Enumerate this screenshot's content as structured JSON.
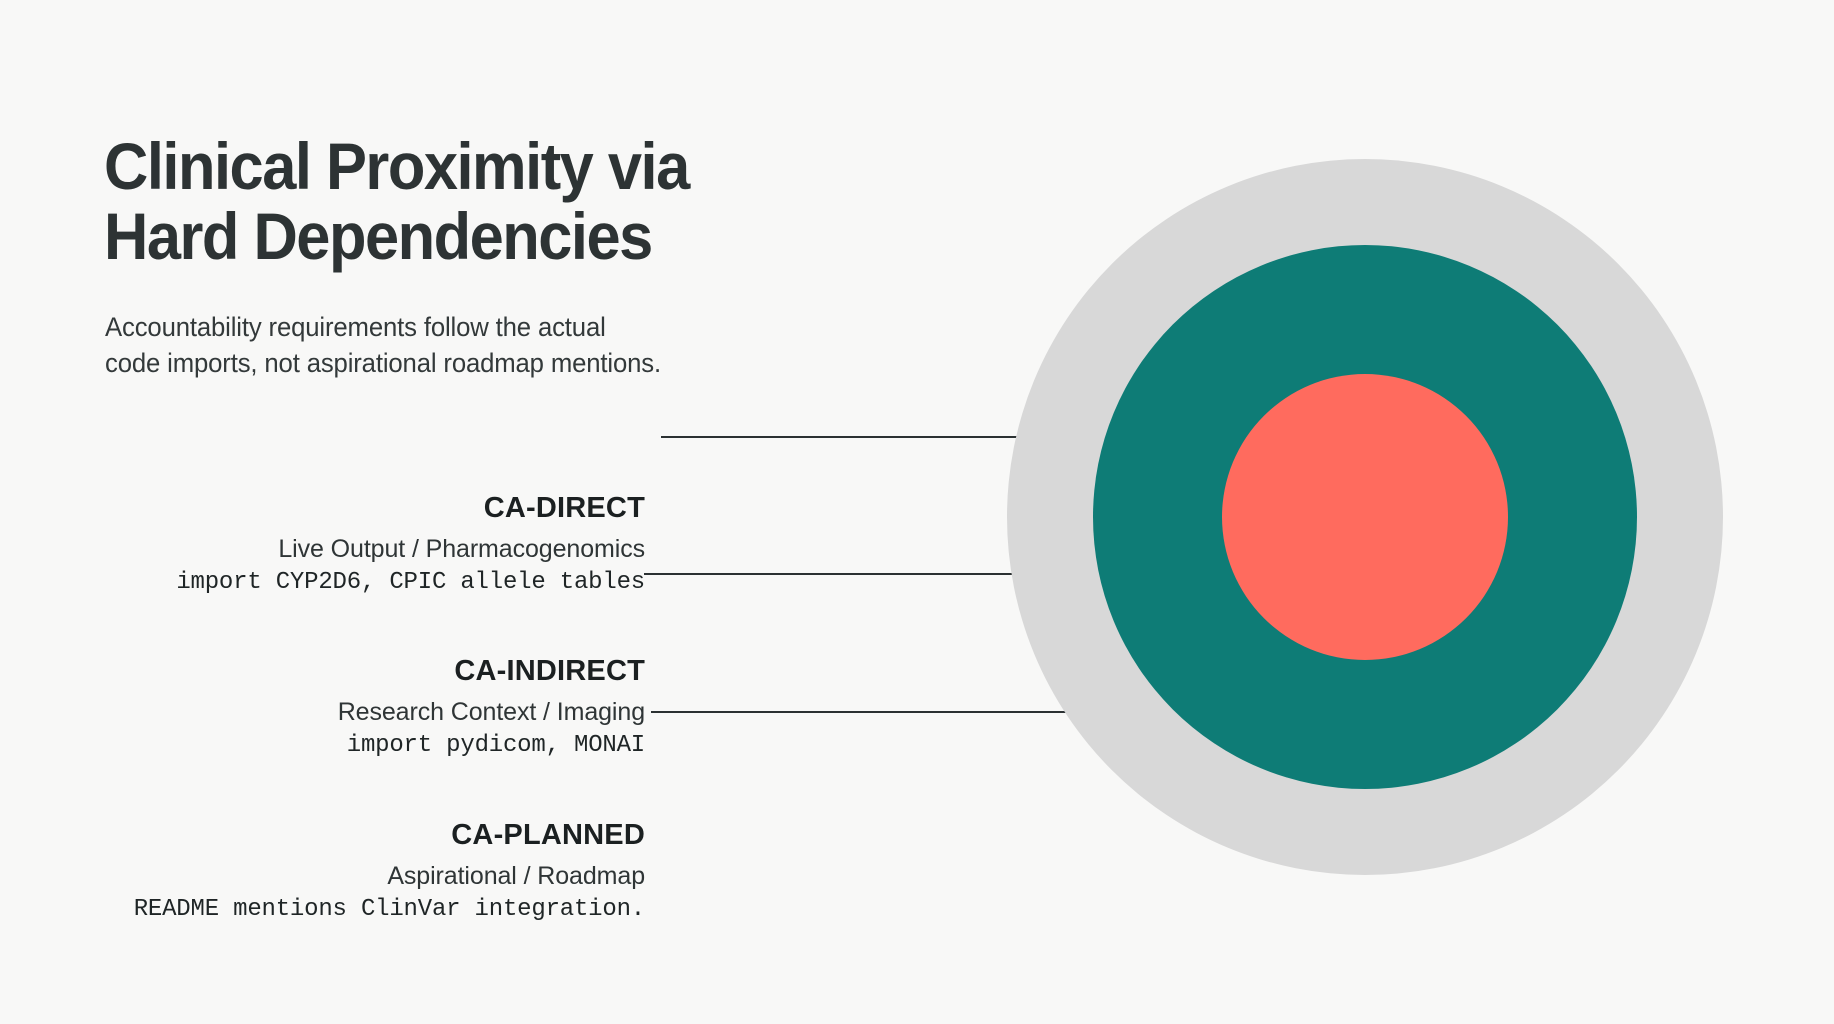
{
  "slide": {
    "title": "Clinical Proximity via\nHard Dependencies",
    "subtitle": "Accountability requirements follow the actual\ncode imports, not aspirational roadmap mentions."
  },
  "rings": [
    {
      "id": "ca-direct",
      "title": "CA-DIRECT",
      "description": "Live Output / Pharmacogenomics",
      "code": "import CYP2D6, CPIC allele tables",
      "color": "#ff6b5e",
      "layer": "inner"
    },
    {
      "id": "ca-indirect",
      "title": "CA-INDIRECT",
      "description": "Research Context / Imaging",
      "code": "import pydicom, MONAI",
      "color": "#0e7c76",
      "layer": "middle"
    },
    {
      "id": "ca-planned",
      "title": "CA-PLANNED",
      "description": "Aspirational / Roadmap",
      "code": "README mentions ClinVar integration.",
      "color": "#d8d8d8",
      "layer": "outer"
    }
  ],
  "colors": {
    "background": "#f8f8f7",
    "text": "#2d3334",
    "outer_ring": "#d8d8d8",
    "middle_ring": "#0e7c76",
    "inner_ring": "#ff6b5e",
    "leader_line": "#2b3132"
  }
}
